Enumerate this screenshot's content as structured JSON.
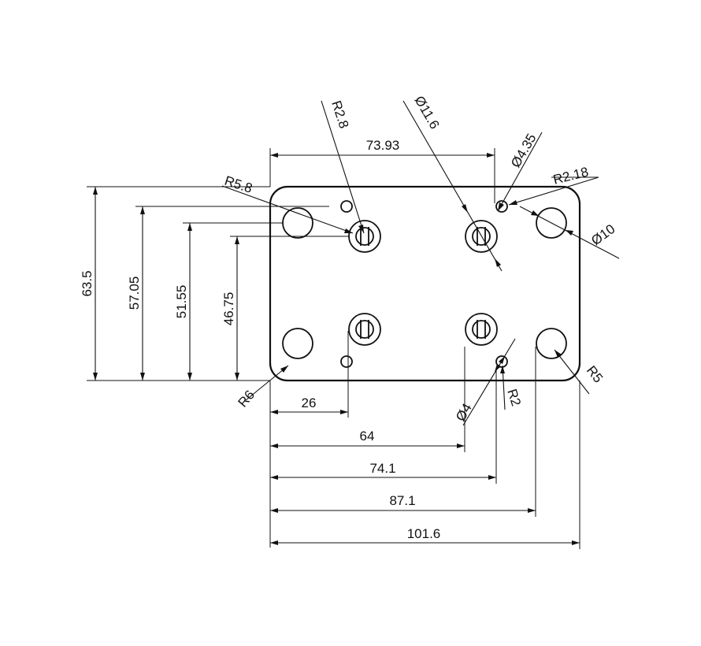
{
  "labels": {
    "w_73_93": "73.93",
    "h_63_5": "63.5",
    "h_57_05": "57.05",
    "h_51_55": "51.55",
    "h_46_75": "46.75",
    "x_26": "26",
    "x_64": "64",
    "x_74_1": "74.1",
    "x_87_1": "87.1",
    "x_101_6": "101.6",
    "r_2_8": "R2.8",
    "d_11_6": "Ø11.6",
    "d_4_35": "Ø4.35",
    "r_2_18": "R2.18",
    "r_5_8": "R5.8",
    "d_10": "Ø10",
    "r_6": "R6",
    "d_4": "Ø4",
    "r_2": "R2",
    "r_5": "R5"
  }
}
